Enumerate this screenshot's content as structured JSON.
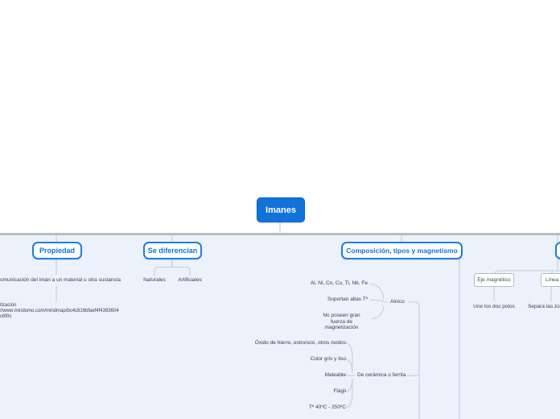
{
  "colors": {
    "accent_blue": "#1172d9",
    "node_border_blue": "#1f7de0",
    "connector_gray": "#c6ccd8",
    "main_line_gray": "#b9bcc2",
    "lower_background": "#edf1fb",
    "text_gray": "#3a4050"
  },
  "root": {
    "label": "Imanes"
  },
  "branches": {
    "propiedad": {
      "label": "Propiedad",
      "child": "omunicación del imán a un material u otra sustancia",
      "link": {
        "line1": "tización",
        "line2": "//www.mindomo.com/mindmap/bc4c816bfaef4f4393604",
        "line3": "c6f0c"
      }
    },
    "diferencian": {
      "label": "Se diferencian",
      "children": {
        "natural": "Naturales",
        "artificial": "Artificiales"
      }
    },
    "composicion": {
      "label": "Composición, tipos y magnetismo",
      "alnico": {
        "label": "Alnico",
        "items": [
          "Al, Ni, Co, Cu, Ti, Nb, Fe",
          "Soportan altas Tª",
          "No poseen gran fuerza de magnetización"
        ]
      },
      "ceramica": {
        "label": "De cerámica o ferrita",
        "items": [
          "Óxido de hierro, estroncio, otros óxidos",
          "Color gris y liso",
          "Maleable",
          "Flágil",
          "Tª 40ºC - 250ºC"
        ]
      }
    },
    "right": {
      "eje": {
        "label": "Eje magnético",
        "desc": "Une los dos polos"
      },
      "linea": {
        "label": "Línea neutra",
        "desc": "Separa las zonas"
      }
    }
  }
}
